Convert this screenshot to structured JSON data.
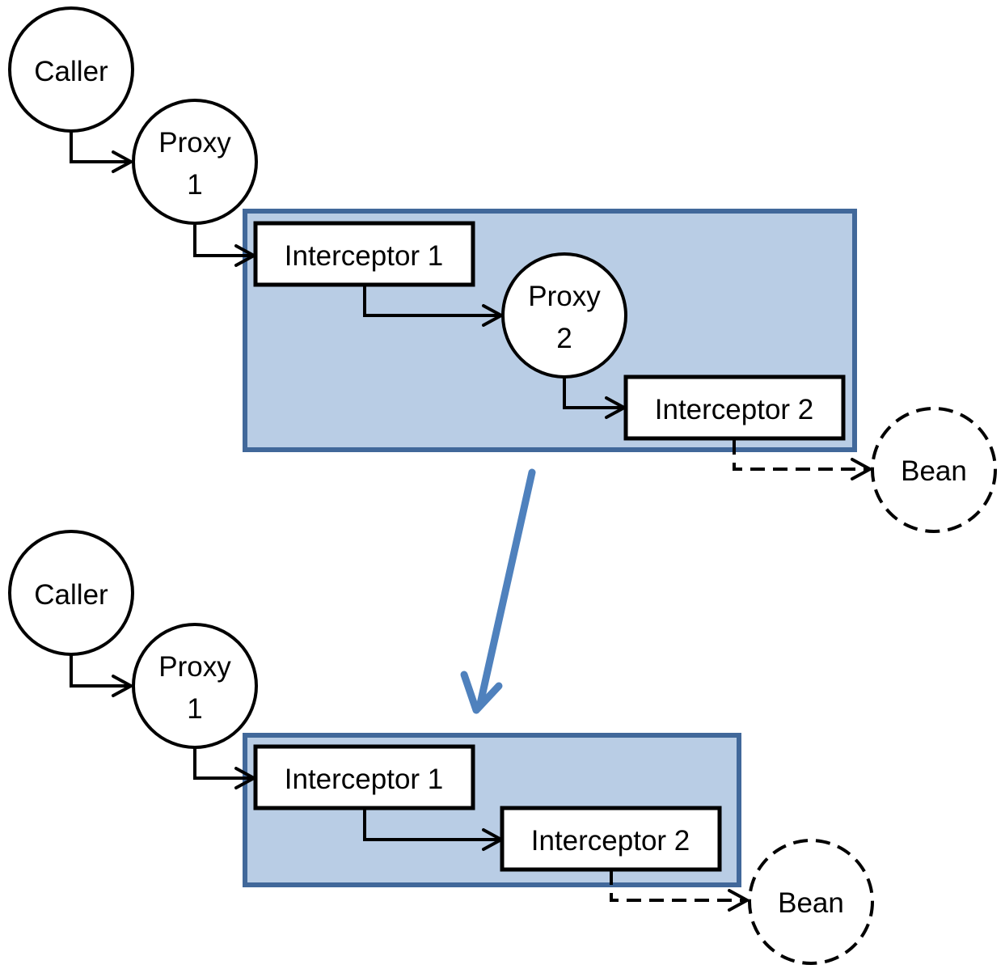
{
  "colors": {
    "group_fill": "#b9cde5",
    "group_border": "#41689a",
    "transition_arrow": "#4f81bd"
  },
  "before": {
    "caller": "Caller",
    "proxy1_line1": "Proxy",
    "proxy1_line2": "1",
    "interceptor1": "Interceptor 1",
    "proxy2_line1": "Proxy",
    "proxy2_line2": "2",
    "interceptor2": "Interceptor 2",
    "bean": "Bean"
  },
  "after": {
    "caller": "Caller",
    "proxy1_line1": "Proxy",
    "proxy1_line2": "1",
    "interceptor1": "Interceptor 1",
    "interceptor2": "Interceptor 2",
    "bean": "Bean"
  }
}
